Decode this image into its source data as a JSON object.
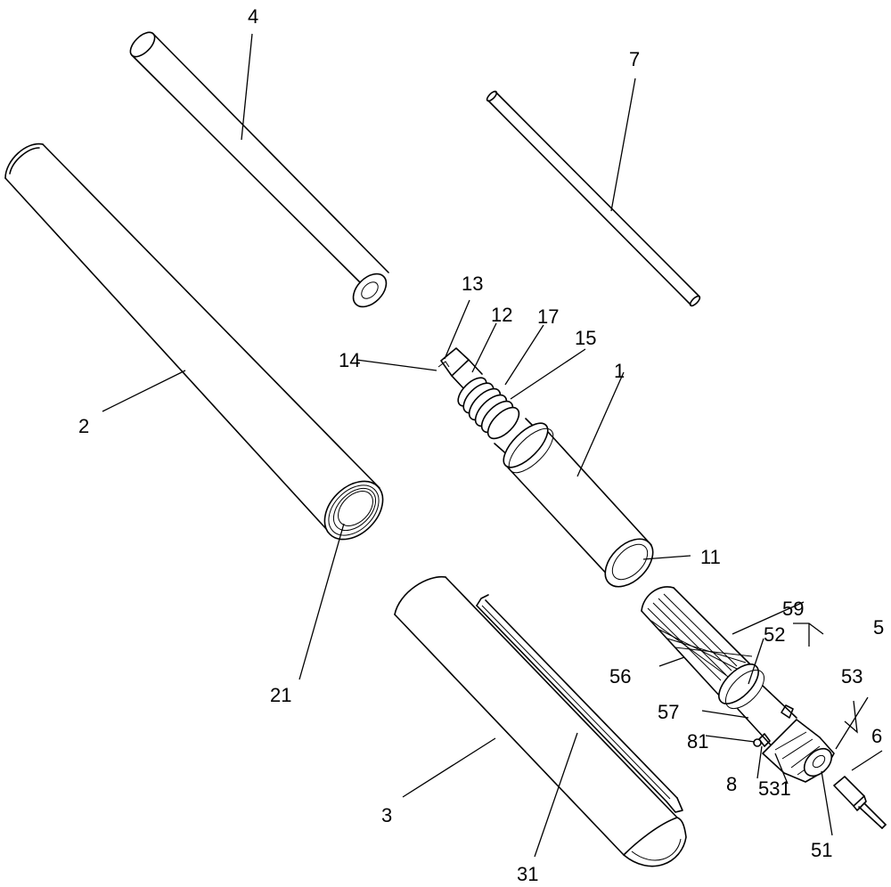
{
  "reference_numerals": {
    "body": "1",
    "body_end_opening": "11",
    "threaded_neck": "12",
    "neck_tip": "13",
    "neck_slot": "14",
    "ring_flange": "15",
    "thread": "17",
    "rear_barrel": "2",
    "barrel_thread": "21",
    "cap": "3",
    "clip": "31",
    "end_plug": "4",
    "nib_assembly": "5",
    "nozzle_opening": "51",
    "sleeve": "52",
    "cone_head": "53",
    "cone_rib": "531",
    "thread_section": "56",
    "groove": "57",
    "thread_grip": "59",
    "nib": "6",
    "refill_rod": "7",
    "pin": "8",
    "pin_head": "81"
  }
}
